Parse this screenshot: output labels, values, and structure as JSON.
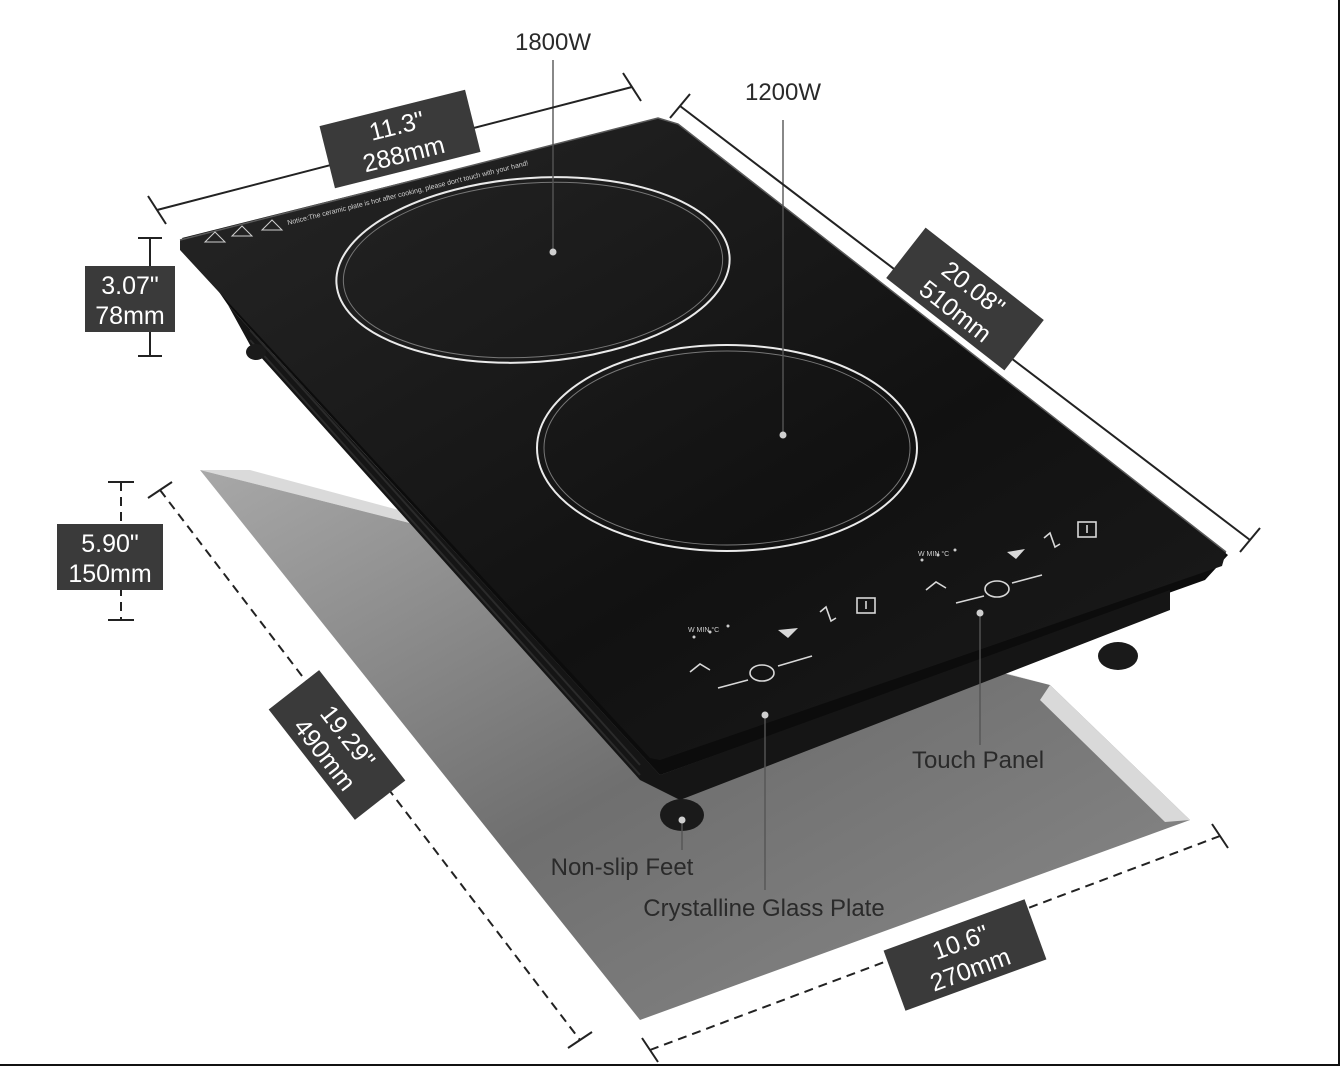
{
  "product": {
    "zones": [
      {
        "power": "1800W"
      },
      {
        "power": "1200W"
      }
    ],
    "notice": "Notice:The ceramic plate is hot after cooking, please don't touch with your hand!",
    "panel_markings": {
      "units": "W  MIN °C"
    }
  },
  "dimensions": {
    "top_width": {
      "inch": "11.3\"",
      "mm": "288mm"
    },
    "top_length": {
      "inch": "20.08\"",
      "mm": "510mm"
    },
    "height": {
      "inch": "3.07\"",
      "mm": "78mm"
    },
    "cutout_depth": {
      "inch": "5.90\"",
      "mm": "150mm"
    },
    "cutout_length": {
      "inch": "19.29\"",
      "mm": "490mm"
    },
    "cutout_width": {
      "inch": "10.6\"",
      "mm": "270mm"
    }
  },
  "callouts": {
    "touch_panel": "Touch Panel",
    "non_slip_feet": "Non-slip Feet",
    "glass_plate": "Crystalline Glass Plate"
  },
  "colors": {
    "glass": "#141414",
    "tag": "#3a3a3a",
    "cutout": "#6e6e6e"
  }
}
